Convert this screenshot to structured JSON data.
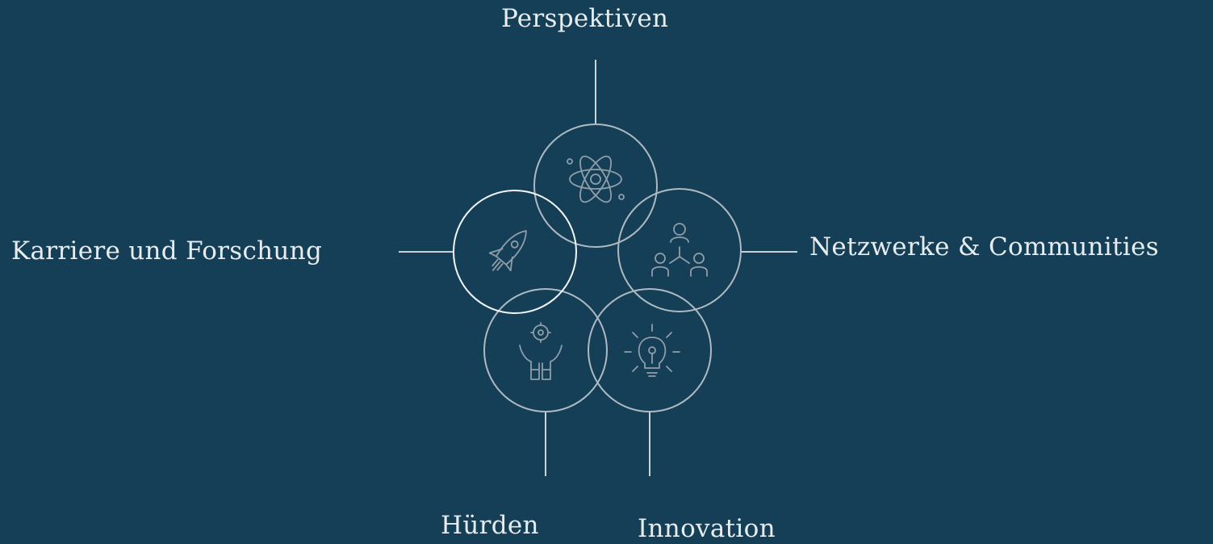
{
  "colors": {
    "background": "#143f57",
    "ring": "#aeb9c2",
    "ring_active": "#f2f5f7",
    "icon": "#8f9ea9",
    "text": "#e7ecef"
  },
  "nodes": [
    {
      "id": "perspektiven",
      "label": "Perspektiven",
      "icon": "atom-icon"
    },
    {
      "id": "karriere",
      "label": "Karriere und Forschung",
      "icon": "rocket-icon"
    },
    {
      "id": "netzwerke",
      "label": "Netzwerke & Communities",
      "icon": "network-people-icon"
    },
    {
      "id": "huerden",
      "label": "Hürden",
      "icon": "hands-gear-icon"
    },
    {
      "id": "innovation",
      "label": "Innovation",
      "icon": "lightbulb-icon"
    }
  ],
  "active_node": "karriere"
}
